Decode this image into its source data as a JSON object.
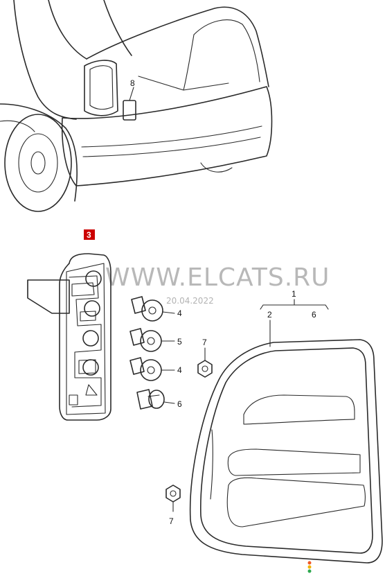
{
  "watermark": {
    "text": "WWW.ELCATS.RU",
    "date": "20.04.2022"
  },
  "highlighted_part": {
    "label": "3",
    "color": "#cc0000"
  },
  "callouts": {
    "c8": "8",
    "c4a": "4",
    "c5": "5",
    "c4b": "4",
    "c6a": "6",
    "c7a": "7",
    "c7b": "7",
    "c1": "1",
    "c2": "2",
    "c6b": "6"
  },
  "status_dots": [
    "#f05a28",
    "#f2b200",
    "#2fa84f"
  ]
}
